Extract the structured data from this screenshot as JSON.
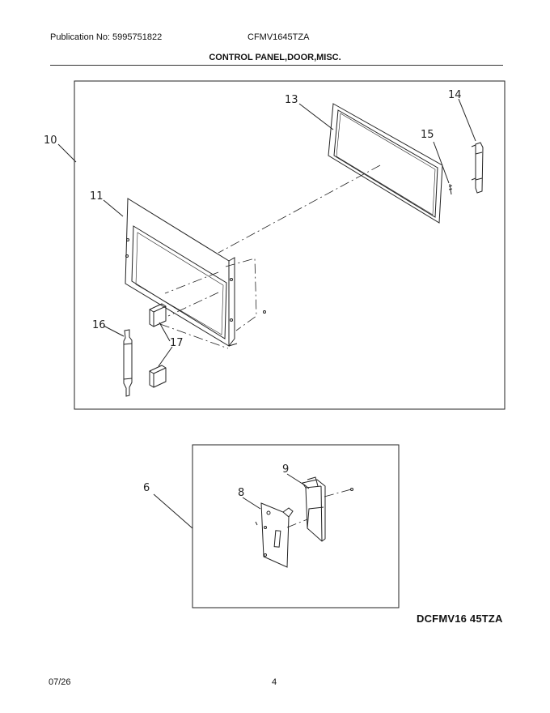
{
  "header": {
    "publication": "Publication No: 5995751822",
    "model": "CFMV1645TZA",
    "section_title": "CONTROL PANEL,DOOR,MISC."
  },
  "callouts": {
    "c6": "6",
    "c8": "8",
    "c9": "9",
    "c10": "10",
    "c11": "11",
    "c13": "13",
    "c14": "14",
    "c15": "15",
    "c16": "16",
    "c17": "17"
  },
  "drawing_code": "DCFMV16 45TZA",
  "footer": {
    "date": "07/26",
    "page": "4"
  }
}
